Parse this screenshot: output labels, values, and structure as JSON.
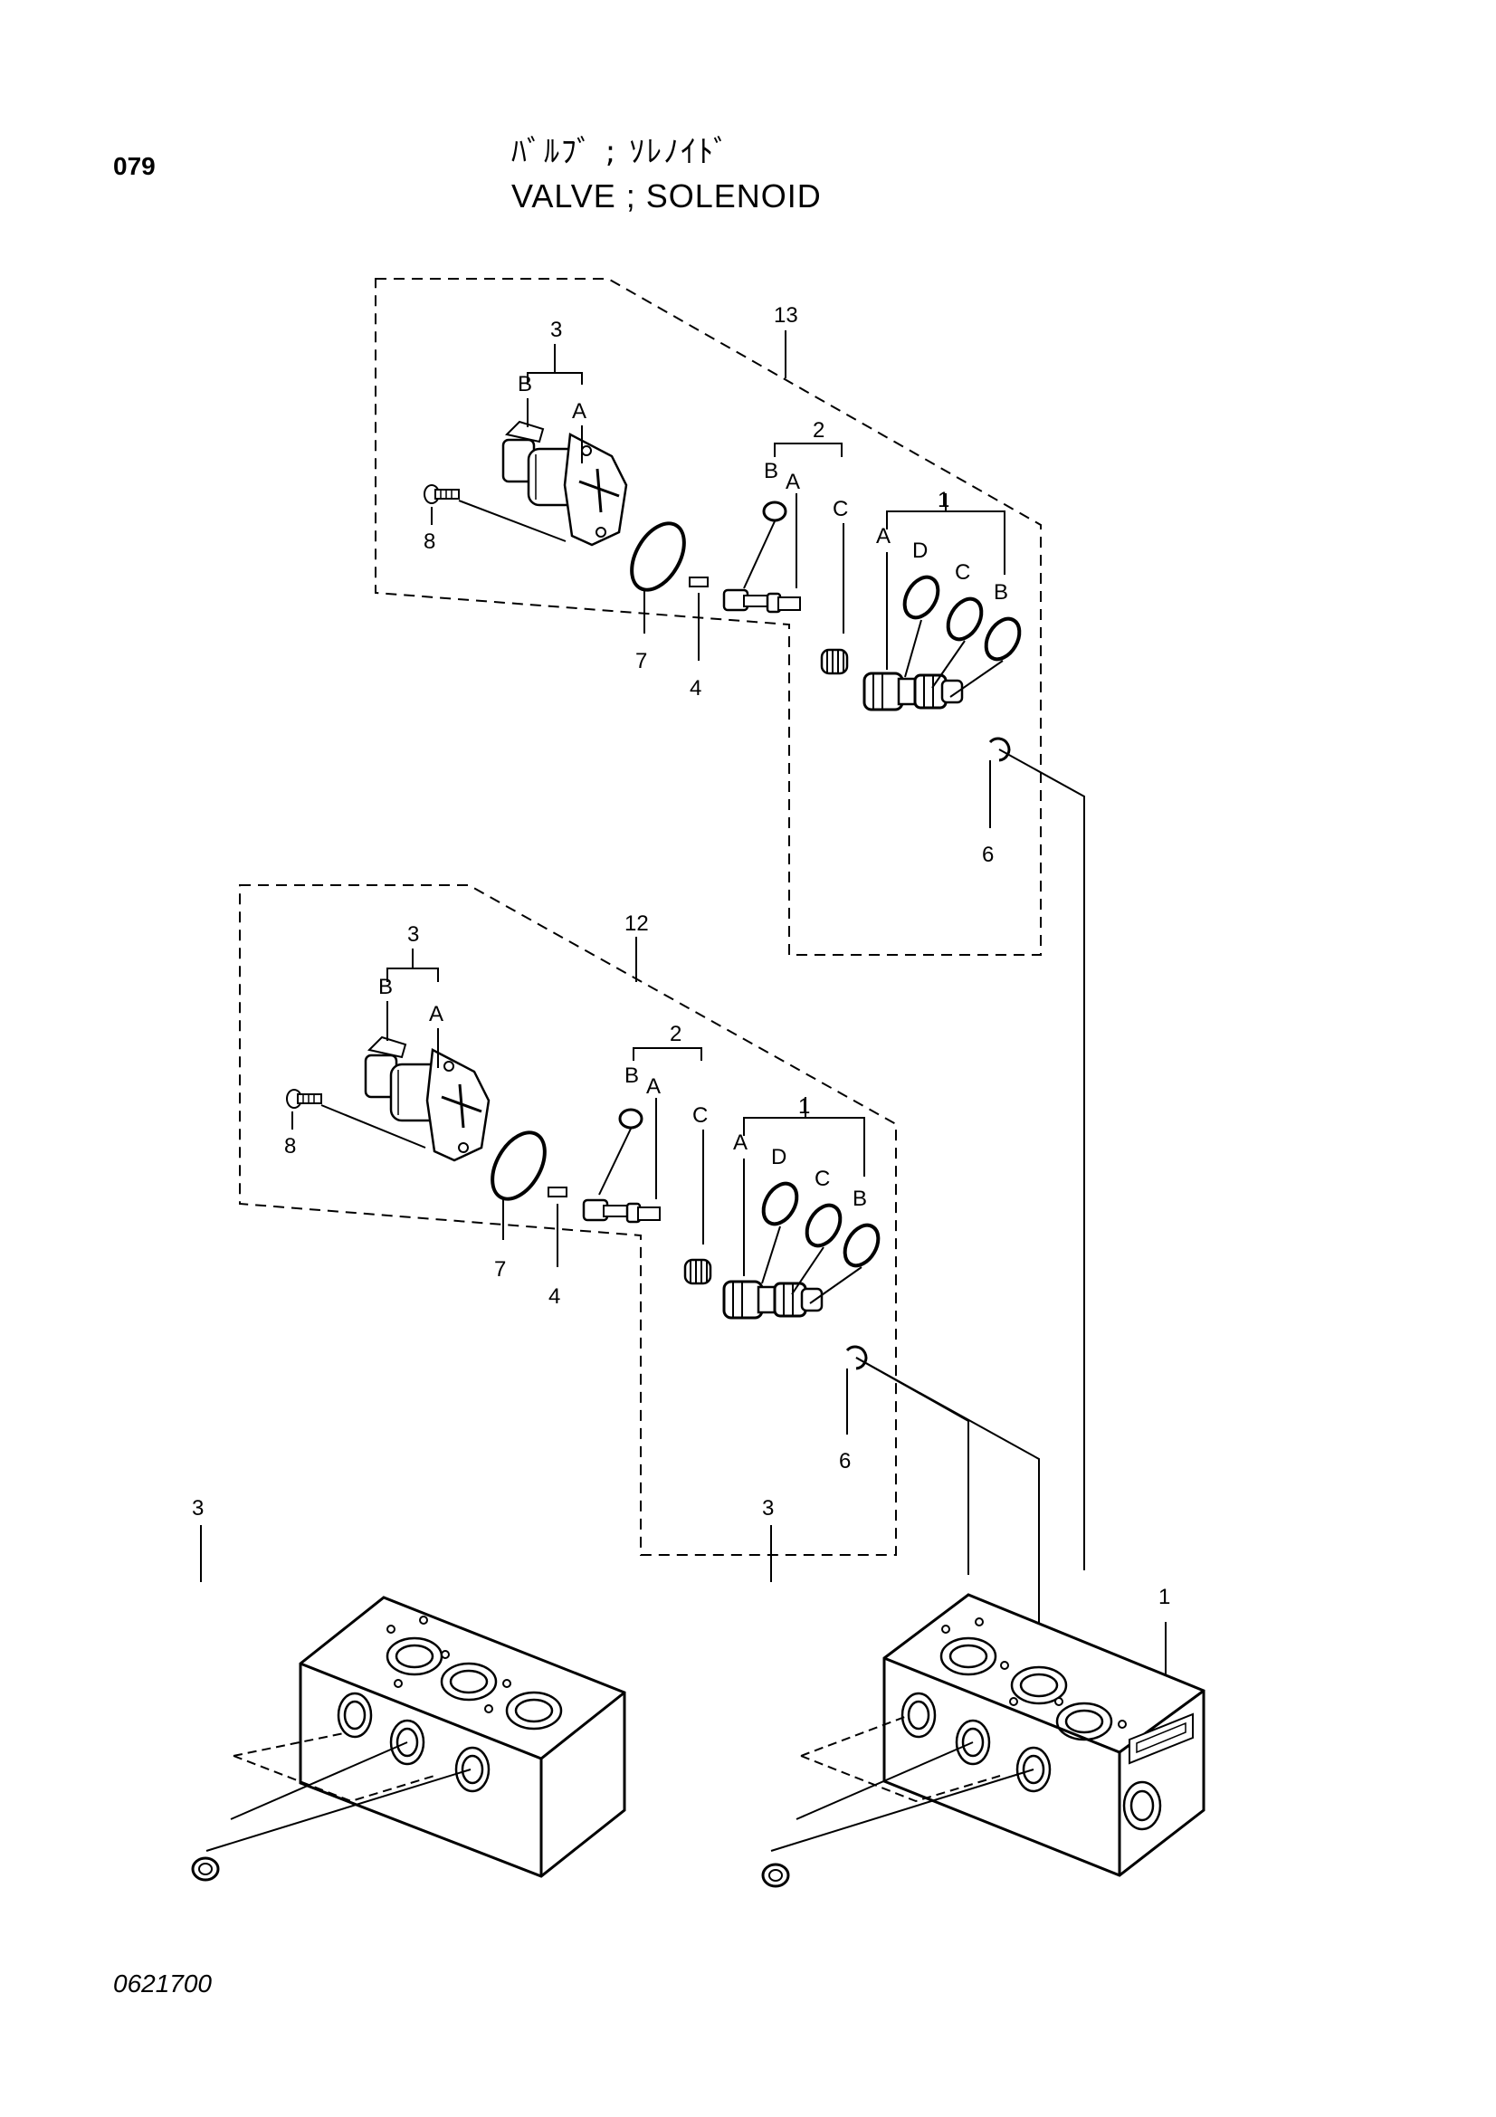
{
  "page_number": "079",
  "title_jp": "ﾊﾞﾙﾌﾞ ; ｿﾚﾉｲﾄﾞ",
  "title_en": "VALVE ; SOLENOID",
  "drawing_code": "0621700",
  "callouts": {
    "assy_upper": "13",
    "assy_lower": "12",
    "solenoid": "3",
    "spool": "2",
    "cartridge": "1",
    "screw": "8",
    "oring_large": "7",
    "pin": "4",
    "snap_ring": "6",
    "block_right": "1",
    "plug_left": "3",
    "plug_right": "3"
  },
  "sublabels": {
    "a": "A",
    "b": "B",
    "c": "C",
    "d": "D"
  }
}
